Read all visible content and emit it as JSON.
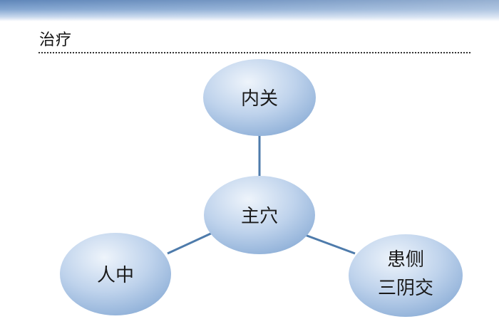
{
  "slide": {
    "title": "治疗"
  },
  "diagram": {
    "center": {
      "label": "主穴"
    },
    "nodes": [
      {
        "label": "内关"
      },
      {
        "label": "人中"
      },
      {
        "label_line1": "患侧",
        "label_line2": "三阴交"
      }
    ]
  },
  "colors": {
    "node_light": "#eaf1fa",
    "node_dark": "#93b4da",
    "connector": "#4e7bab",
    "banner": "#6f93c4"
  }
}
